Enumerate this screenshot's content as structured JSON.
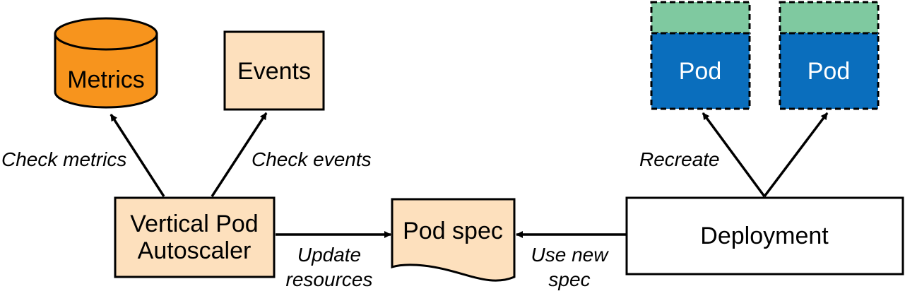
{
  "nodes": {
    "metrics": "Metrics",
    "events": "Events",
    "vpa_line1": "Vertical Pod",
    "vpa_line2": "Autoscaler",
    "pod_spec": "Pod spec",
    "deployment": "Deployment",
    "pod_left": "Pod",
    "pod_right": "Pod"
  },
  "edges": {
    "check_metrics": "Check metrics",
    "check_events": "Check events",
    "update_resources_line1": "Update",
    "update_resources_line2": "resources",
    "use_new_spec_line1": "Use new",
    "use_new_spec_line2": "spec",
    "recreate": "Recreate"
  },
  "colors": {
    "metrics_fill": "#f7941d",
    "box_fill": "#fde0bd",
    "pod_fill": "#0a6ebd",
    "pod_header_fill": "#7fc9a0",
    "outline": "#000000"
  }
}
